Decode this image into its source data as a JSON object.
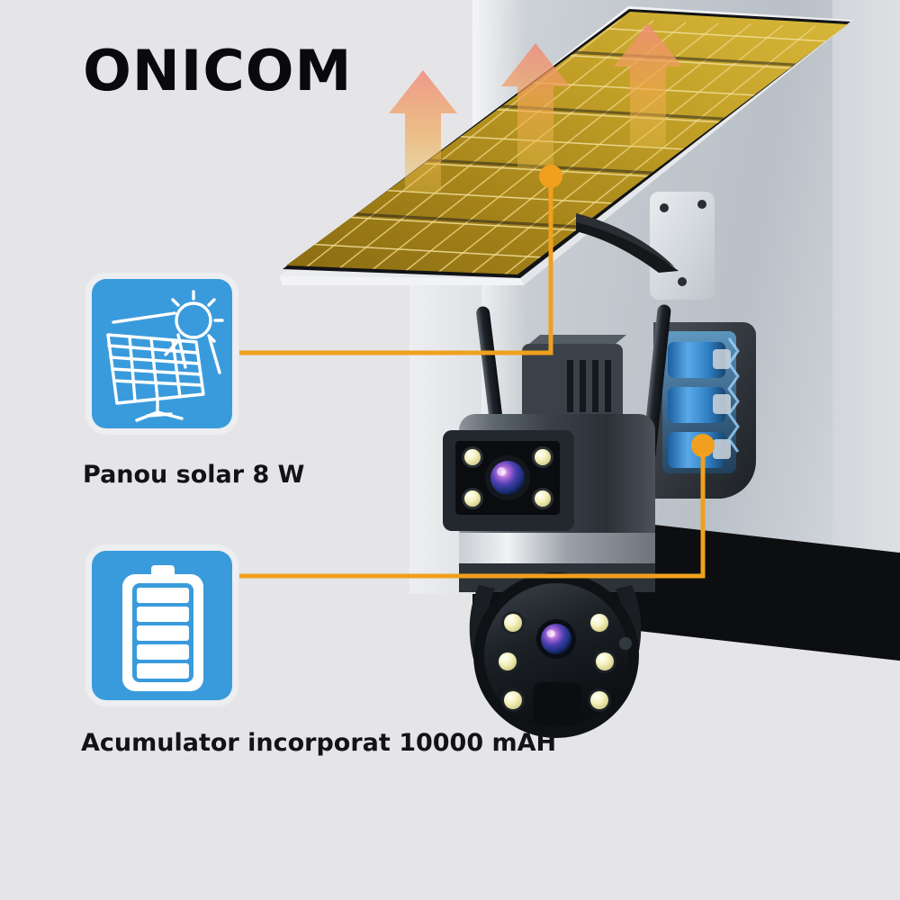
{
  "brand": {
    "logo_text": "ONICOM"
  },
  "background": {
    "page_color": "#e5e5e8",
    "wall_color": "#c3c9cf",
    "wall_edge_color": "#0c0e10"
  },
  "theme": {
    "accent_blue": "#3a9bdc",
    "accent_orange": "#f0a01e",
    "icon_border": "#eceef0",
    "text_color": "#131316",
    "panel_gold": "#b08c1c",
    "panel_frame": "#f4f5f6",
    "led_color": "#f7f3c8",
    "lens_color": "#6b3fa0"
  },
  "features": [
    {
      "id": "solar-panel",
      "icon": "solar-panel-icon",
      "label": "Panou solar 8 W",
      "callout_target": "solar-panel-surface"
    },
    {
      "id": "battery",
      "icon": "battery-icon",
      "label": "Acumulator incorporat 10000 mAH",
      "callout_target": "battery-pack"
    }
  ],
  "product": {
    "name": "solar-powered dual-lens PTZ security camera",
    "parts": [
      "solar-panel",
      "wall-mount-bracket",
      "battery-pack",
      "upper-lens-module",
      "ptz-dome-camera",
      "antenna-left",
      "antenna-right"
    ],
    "upper_lens_led_count": 4,
    "dome_led_count": 6,
    "battery_cell_count": 3
  },
  "annotations": {
    "sun_arrows_count": 3,
    "arrow_meaning": "solar energy absorption"
  }
}
